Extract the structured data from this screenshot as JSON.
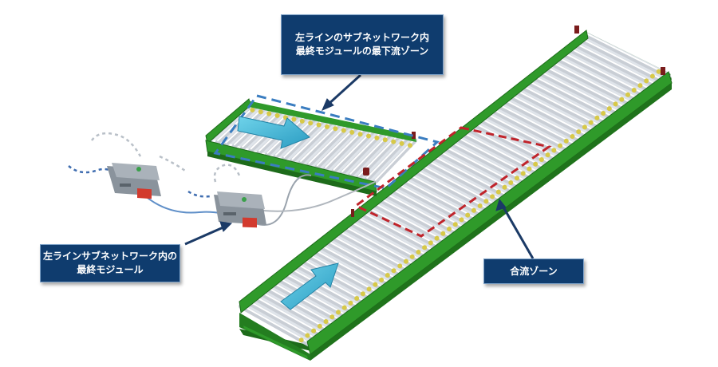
{
  "callouts": {
    "left_subnetwork_downstream_zone": {
      "line1": "左ラインのサブネットワーク内",
      "line2": "最終モジュールの最下流ゾーン"
    },
    "left_line_last_module": {
      "line1": "左ラインサブネットワーク内の",
      "line2": "最終モジュール"
    },
    "merge_zone": {
      "line1": "合流ゾーン"
    }
  },
  "colors": {
    "frame_green": "#2f9a2a",
    "frame_dark": "#1d6b1a",
    "roller": "#d9dde3",
    "callout_bg": "#0f3c6e",
    "flow_arrow": "#43b9d6",
    "blue_dashed_outline": "#3a7dc0",
    "red_dashed_outline": "#c0242b"
  },
  "icons": [
    "flow-arrow-icon",
    "control-module-icon"
  ]
}
